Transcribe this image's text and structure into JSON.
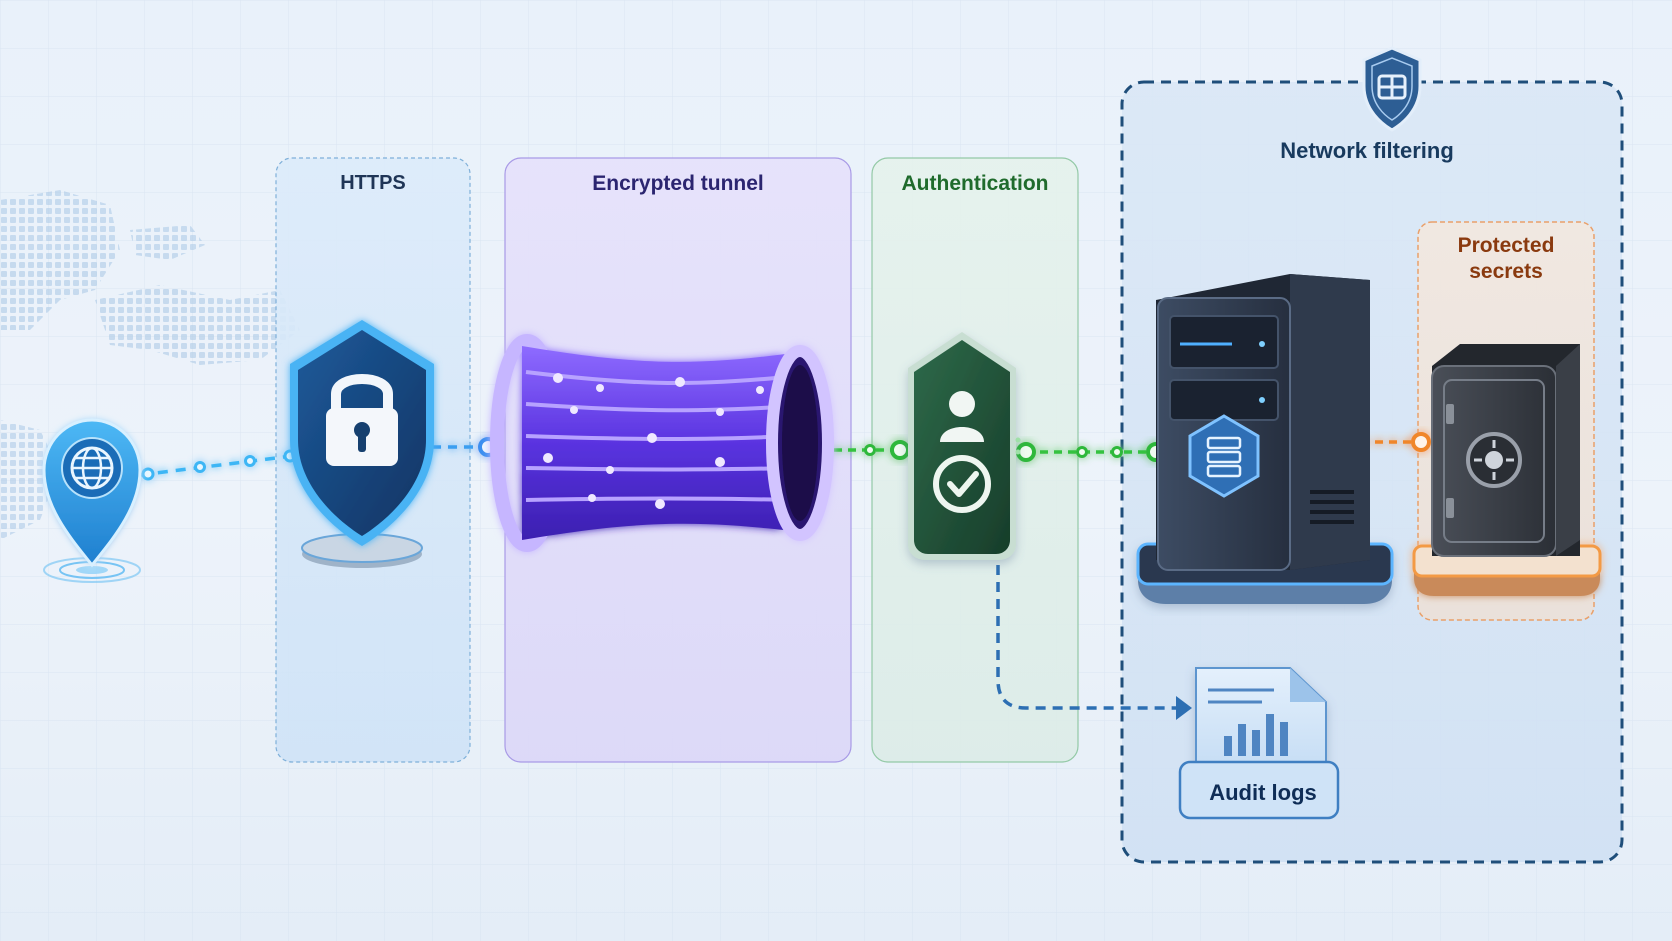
{
  "diagram": {
    "stages": {
      "https": {
        "label": "HTTPS"
      },
      "tunnel": {
        "label": "Encrypted tunnel"
      },
      "authentication": {
        "label": "Authentication"
      },
      "network_filtering": {
        "label": "Network filtering"
      },
      "protected_secrets": {
        "label": "Protected secrets"
      },
      "audit_logs": {
        "label": "Audit logs"
      }
    },
    "colors": {
      "https_accent": "#2aa8f0",
      "tunnel_accent": "#7a4cf0",
      "auth_accent": "#2fbf3a",
      "filter_border": "#1f4e7a",
      "secrets_accent": "#f08a2a",
      "audit_accent": "#2d6fb3"
    },
    "icons": [
      "globe-pin-icon",
      "shield-lock-icon",
      "tunnel-icon",
      "user-check-badge-icon",
      "server-icon",
      "shield-grid-icon",
      "safe-icon",
      "document-chart-icon"
    ]
  }
}
